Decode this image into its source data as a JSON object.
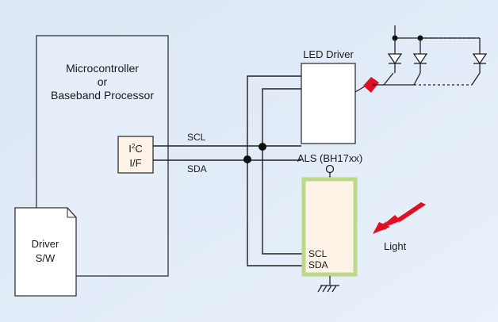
{
  "mcu": {
    "line1": "Microcontroller",
    "line2": "or",
    "line3": "Baseband Processor"
  },
  "i2c": {
    "i": "I",
    "sup": "2",
    "c": "C",
    "line2": "I/F"
  },
  "driver_sw": {
    "line1": "Driver",
    "line2": "S/W"
  },
  "bus": {
    "scl": "SCL",
    "sda": "SDA"
  },
  "led_driver": {
    "label": "LED Driver"
  },
  "als": {
    "label": "ALS (BH17xx)",
    "pin_scl": "SCL",
    "pin_sda": "SDA"
  },
  "light": {
    "label": "Light"
  },
  "colors": {
    "background": "#e4eef8",
    "box_fill": "#e6eef9",
    "als_fill": "#fdf3e6",
    "als_border": "#bcd98a",
    "accent_red": "#e01020",
    "line": "#222222"
  }
}
